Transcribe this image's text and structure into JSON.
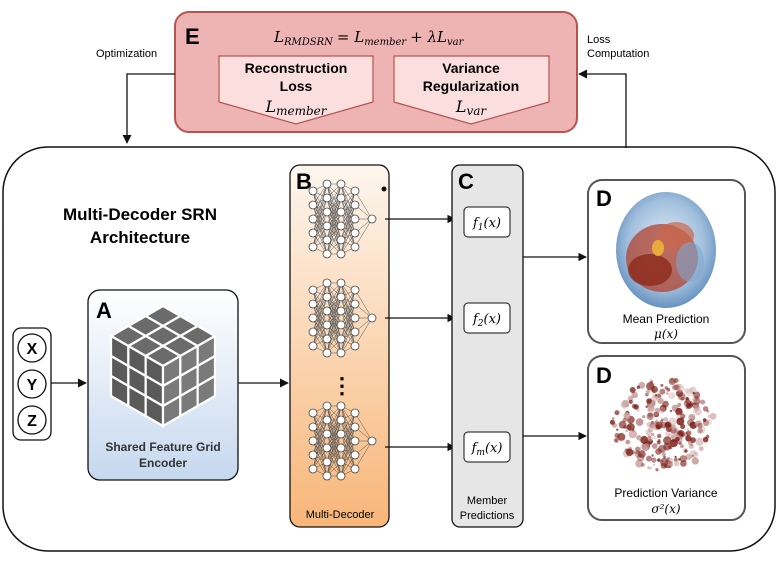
{
  "loss_panel": {
    "letter": "E",
    "equation": "L_RMDSRN = L_member + λL_var",
    "eq_main": "L",
    "eq_main_sub": "RMDSRN",
    "eq_eq": "= L",
    "eq_member_sub": "member",
    "eq_plus": "+ λL",
    "eq_var_sub": "var",
    "reconstruction": {
      "line1": "Reconstruction",
      "line2": "Loss",
      "symbol": "L",
      "symbol_sub": "member"
    },
    "variance": {
      "line1": "Variance",
      "line2": "Regularization",
      "symbol": "L",
      "symbol_sub": "var"
    }
  },
  "arrows": {
    "optimization": "Optimization",
    "loss_computation_1": "Loss",
    "loss_computation_2": "Computation"
  },
  "architecture": {
    "title_line1": "Multi-Decoder SRN",
    "title_line2": "Architecture"
  },
  "inputs": [
    "X",
    "Y",
    "Z"
  ],
  "encoder": {
    "letter": "A",
    "label_line1": "Shared Feature Grid",
    "label_line2": "Encoder"
  },
  "decoder": {
    "letter": "B",
    "label": "Multi-Decoder",
    "ellipsis": "⋮"
  },
  "members": {
    "letter": "C",
    "label_line1": "Member",
    "label_line2": "Predictions",
    "functions": [
      {
        "f": "f",
        "sub": "1",
        "arg": "(x)"
      },
      {
        "f": "f",
        "sub": "2",
        "arg": "(x)"
      },
      {
        "f": "f",
        "sub": "m",
        "arg": "(x)"
      }
    ]
  },
  "outputs": [
    {
      "letter": "D",
      "label": "Mean Prediction",
      "symbol": "μ(x)"
    },
    {
      "letter": "D",
      "label": "Prediction Variance",
      "symbol": "σ²(x)"
    }
  ],
  "colors": {
    "loss_fill": "#efb4b4",
    "loss_stroke": "#b85450",
    "loss_inner": "#fbdfdf",
    "encoder_top": "#ffffff",
    "encoder_bottom": "#c9daf0",
    "decoder_top": "#fdf3e8",
    "decoder_bottom": "#f7b97f",
    "member_fill": "#e6e6e6"
  }
}
